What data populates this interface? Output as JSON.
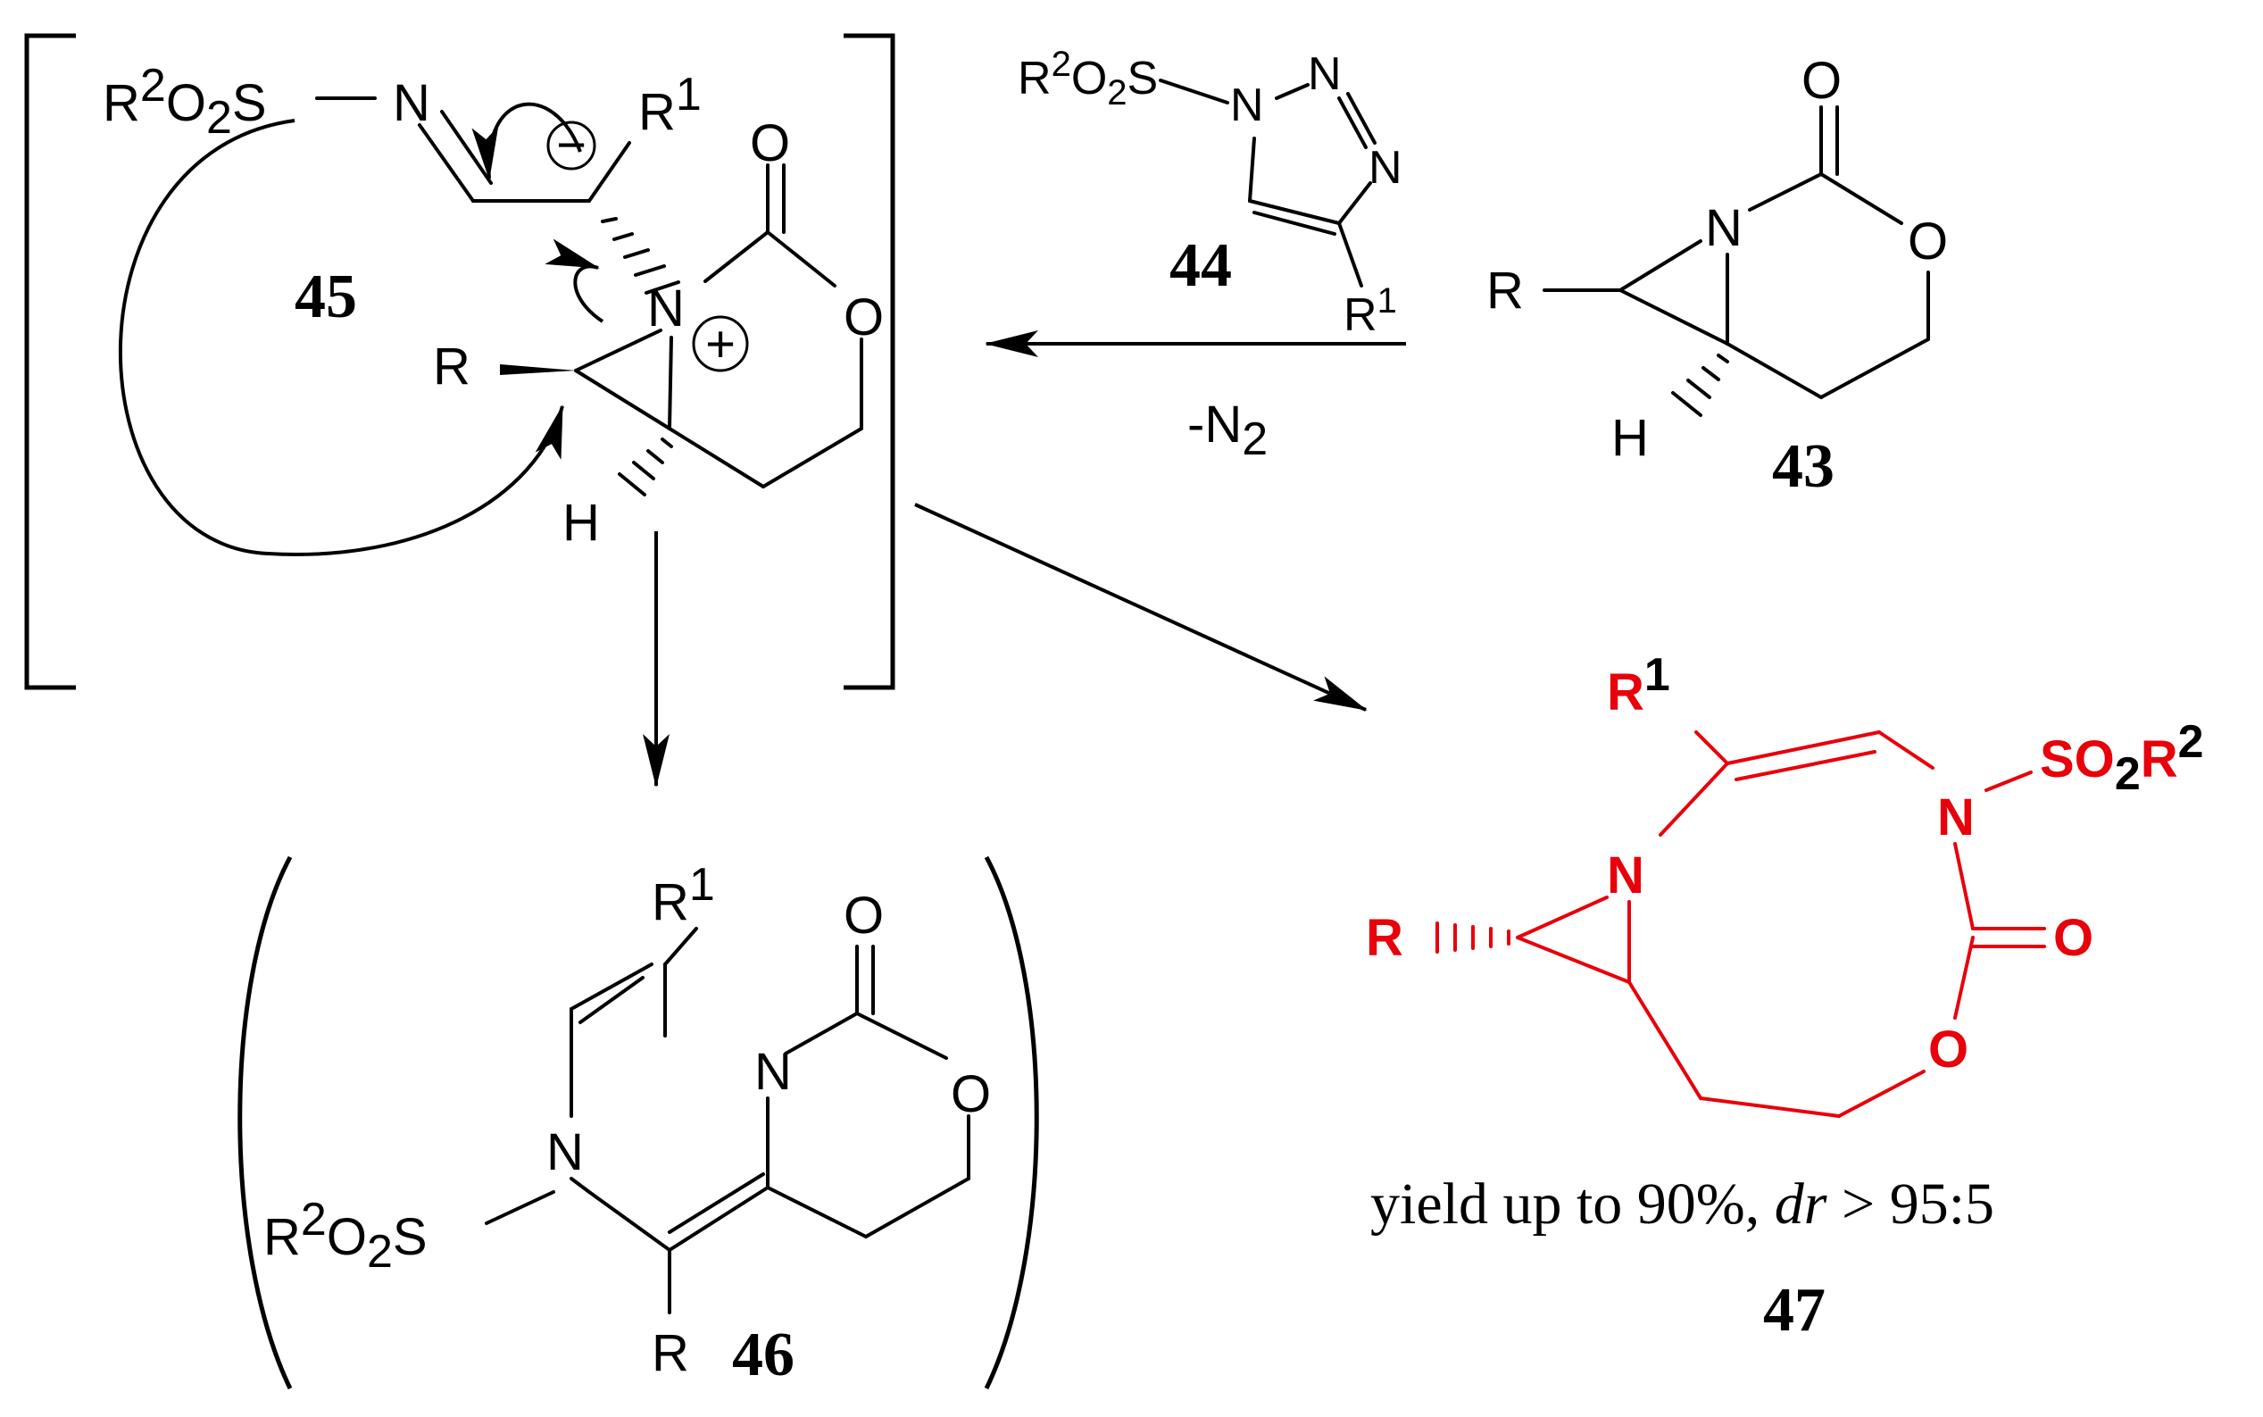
{
  "labels": {
    "c45": "45",
    "c44": "44",
    "c43": "43",
    "c46": "46",
    "c47": "47",
    "minus_n2": "-N",
    "minus_n2_sub": "2",
    "yield_text": "yield up to 90%, ",
    "dr_italic": "dr",
    "dr_value": " > 95:5",
    "r": "R",
    "h": "H",
    "n": "N",
    "o": "O",
    "r1_base": "R",
    "r1_sup": "1",
    "r2o2s_r": "R",
    "r2o2s_sup": "2",
    "r2o2s_o": "O",
    "r2o2s_sub": "2",
    "r2o2s_s": "S",
    "so2r2_so": "SO",
    "so2r2_sub": "2",
    "so2r2_r": "R",
    "so2r2_sup": "2",
    "minus_sign": "−",
    "plus_sign": "+"
  },
  "colors": {
    "product_highlight": "#e8000b",
    "ink": "#000000",
    "background": "#ffffff"
  }
}
